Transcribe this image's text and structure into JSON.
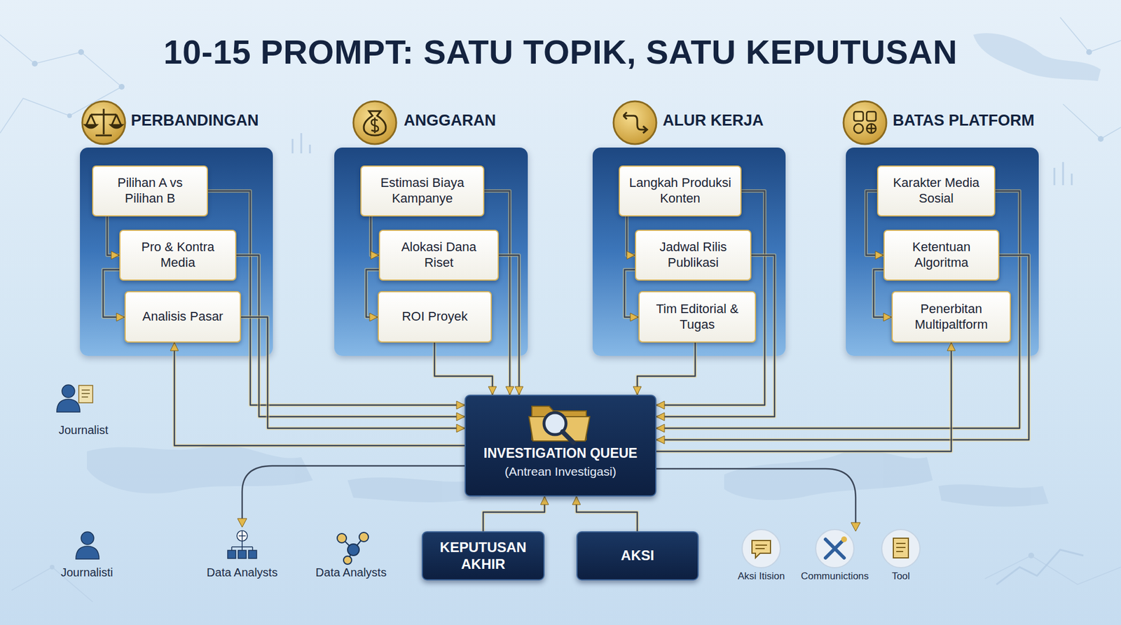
{
  "diagram": {
    "title": "10-15 PROMPT: SATU TOPIK, SATU KEPUTUSAN",
    "nodes": [
      {
        "text": [
          "PERBANDINGAN"
        ]
      },
      {
        "text": [
          "Pilihan A vs Pilihan B"
        ],
        "in": 0
      },
      {
        "text": [
          "Pro & Kontra Media"
        ],
        "in": 0
      },
      {
        "text": [
          "Analisis Pasar"
        ],
        "in": 0
      },
      {
        "text": [
          "ANGGARAN"
        ]
      },
      {
        "text": [
          "Estimasi Biaya Kampanye"
        ],
        "in": 4
      },
      {
        "text": [
          "Alokasi Dana Riset"
        ],
        "in": 4
      },
      {
        "text": [
          "ROI Proyek"
        ],
        "in": 4
      },
      {
        "text": [
          "ALUR KERJA"
        ]
      },
      {
        "text": [
          "Langkah Produksi Konten"
        ],
        "in": 8
      },
      {
        "text": [
          "Jadwal Rilis Publikasi"
        ],
        "in": 8
      },
      {
        "text": [
          "Tim Editorial & Tugas"
        ],
        "in": 8
      },
      {
        "text": [
          "BATAS PLATFORM"
        ]
      },
      {
        "text": [
          "Karakter Media Sosial"
        ],
        "in": 12
      },
      {
        "text": [
          "Ketentuan Algoritma"
        ],
        "in": 12
      },
      {
        "text": [
          "Penerbitan Multipaltform"
        ],
        "in": 12
      },
      {
        "text": [
          "INVESTIGATION QUEUE",
          "(Antrean Investigasi)"
        ]
      },
      {
        "text": [
          "KEPUTUSAN AKHIR"
        ]
      },
      {
        "text": [
          "AKSI"
        ]
      }
    ],
    "edges": [
      {
        "from": 1,
        "to": 2,
        "arrow": "to"
      },
      {
        "from": 2,
        "to": 3,
        "arrow": "to"
      },
      {
        "from": 1,
        "to": 16,
        "arrow": "to"
      },
      {
        "from": 2,
        "to": 16,
        "arrow": "to"
      },
      {
        "from": 3,
        "to": 16,
        "arrow": "to"
      },
      {
        "from": 16,
        "to": 3,
        "arrow": "to"
      },
      {
        "from": 5,
        "to": 6,
        "arrow": "to"
      },
      {
        "from": 6,
        "to": 7,
        "arrow": "to"
      },
      {
        "from": 5,
        "to": 16,
        "arrow": "to"
      },
      {
        "from": 6,
        "to": 16,
        "arrow": "to"
      },
      {
        "from": 7,
        "to": 16,
        "arrow": "to"
      },
      {
        "from": 9,
        "to": 10,
        "arrow": "to"
      },
      {
        "from": 10,
        "to": 11,
        "arrow": "to"
      },
      {
        "from": 9,
        "to": 16,
        "arrow": "to"
      },
      {
        "from": 10,
        "to": 16,
        "arrow": "to"
      },
      {
        "from": 11,
        "to": 16,
        "arrow": "to"
      },
      {
        "from": 13,
        "to": 14,
        "arrow": "to"
      },
      {
        "from": 14,
        "to": 15,
        "arrow": "to"
      },
      {
        "from": 13,
        "to": 16,
        "arrow": "to"
      },
      {
        "from": 14,
        "to": 16,
        "arrow": "to"
      },
      {
        "from": 16,
        "to": 15,
        "arrow": "to"
      },
      {
        "from": 17,
        "to": 16,
        "arrow": "to"
      },
      {
        "from": 18,
        "to": 16,
        "arrow": "to"
      }
    ],
    "labels": [
      "Journalist",
      "Journalisti",
      "Data Analysts",
      "Data Analysts",
      "Aksi Itision",
      "Communictions",
      "Tool"
    ]
  }
}
